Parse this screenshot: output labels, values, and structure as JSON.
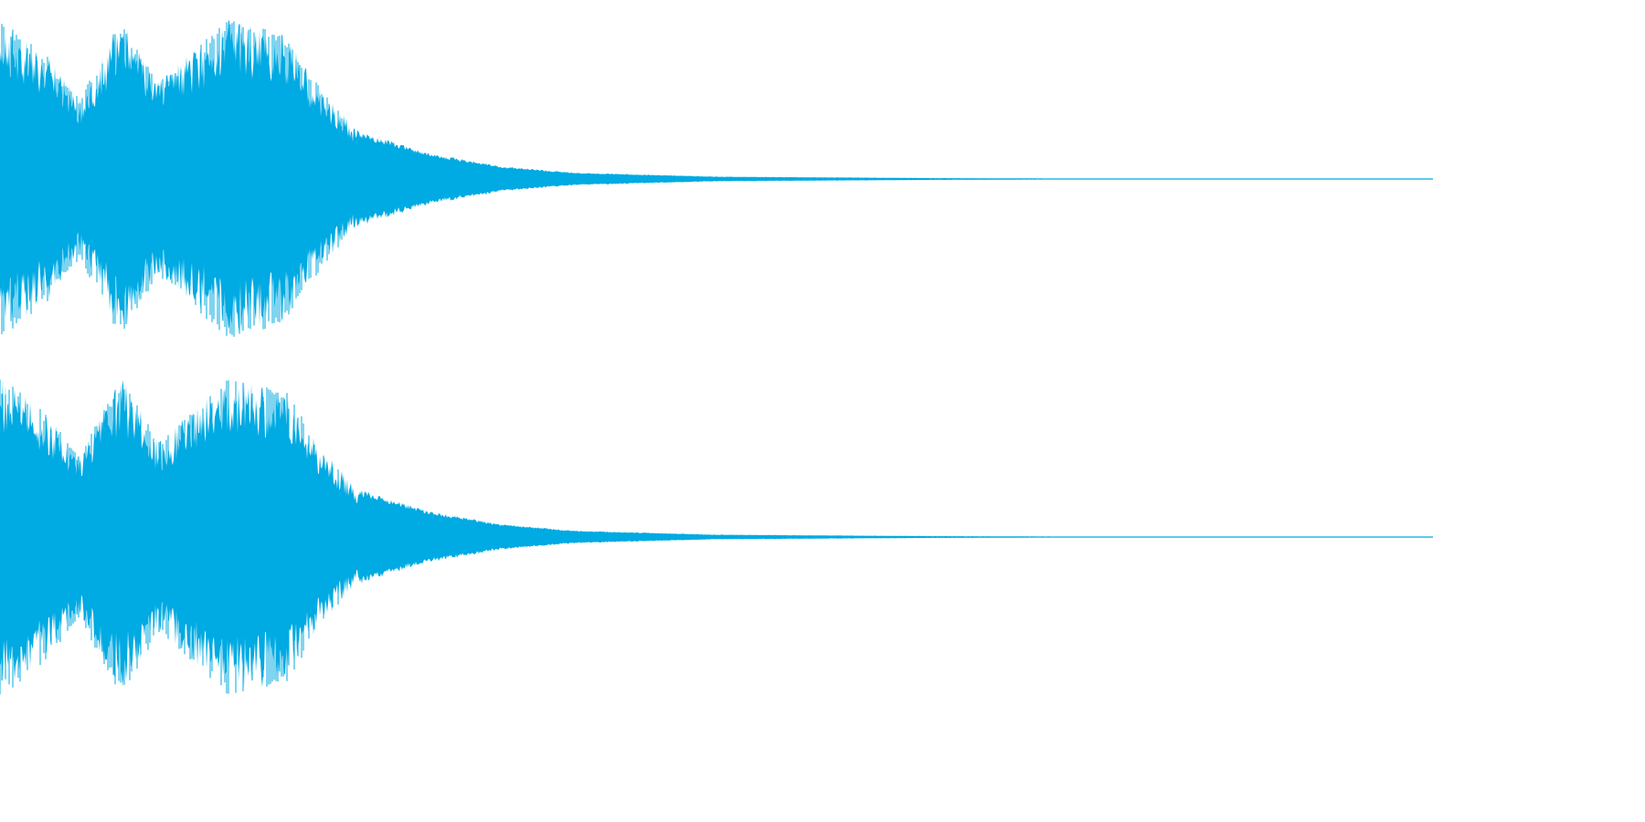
{
  "waveform": {
    "color": "#00aae2",
    "background": "#ffffff",
    "channels": [
      {
        "name": "",
        "role": "left"
      },
      {
        "name": "",
        "role": "right"
      }
    ],
    "envelope": {
      "description_points": [
        {
          "t": 0.0,
          "amp": 1.0
        },
        {
          "t": 0.03,
          "amp": 0.8
        },
        {
          "t": 0.055,
          "amp": 0.5
        },
        {
          "t": 0.085,
          "amp": 1.0
        },
        {
          "t": 0.11,
          "amp": 0.6
        },
        {
          "t": 0.16,
          "amp": 1.0
        },
        {
          "t": 0.2,
          "amp": 0.9
        },
        {
          "t": 0.225,
          "amp": 0.55
        },
        {
          "t": 0.25,
          "amp": 0.3
        },
        {
          "t": 0.3,
          "amp": 0.16
        },
        {
          "t": 0.35,
          "amp": 0.08
        },
        {
          "t": 0.4,
          "amp": 0.04
        },
        {
          "t": 0.5,
          "amp": 0.015
        },
        {
          "t": 0.65,
          "amp": 0.006
        },
        {
          "t": 0.76,
          "amp": 0.003
        },
        {
          "t": 1.0,
          "amp": 0.0
        }
      ]
    }
  }
}
